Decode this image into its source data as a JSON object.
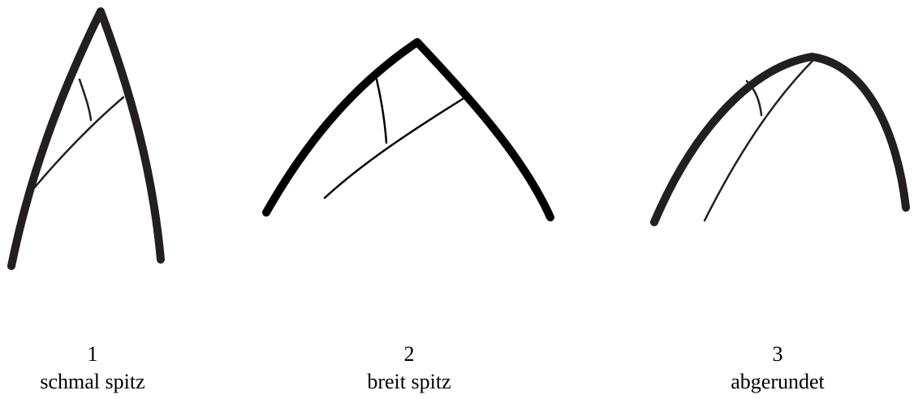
{
  "figures": [
    {
      "number": "1",
      "label": "schmal spitz"
    },
    {
      "number": "2",
      "label": "breit spitz"
    },
    {
      "number": "3",
      "label": "abgerundet"
    }
  ]
}
